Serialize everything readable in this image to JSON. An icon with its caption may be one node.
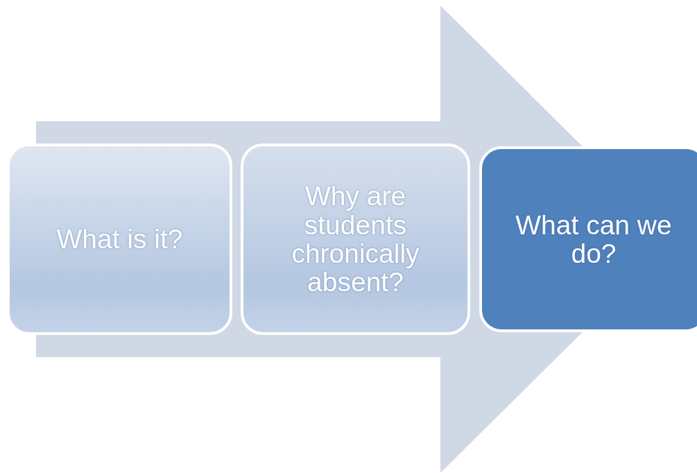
{
  "diagram": {
    "nodes": [
      {
        "text": [
          "What is it?"
        ]
      },
      {
        "text": [
          "Why are students chronically absent?"
        ]
      },
      {
        "text": [
          "What can we do?"
        ]
      }
    ],
    "edges": [
      {
        "from": 0,
        "to": 2,
        "arrow": "to"
      }
    ]
  }
}
